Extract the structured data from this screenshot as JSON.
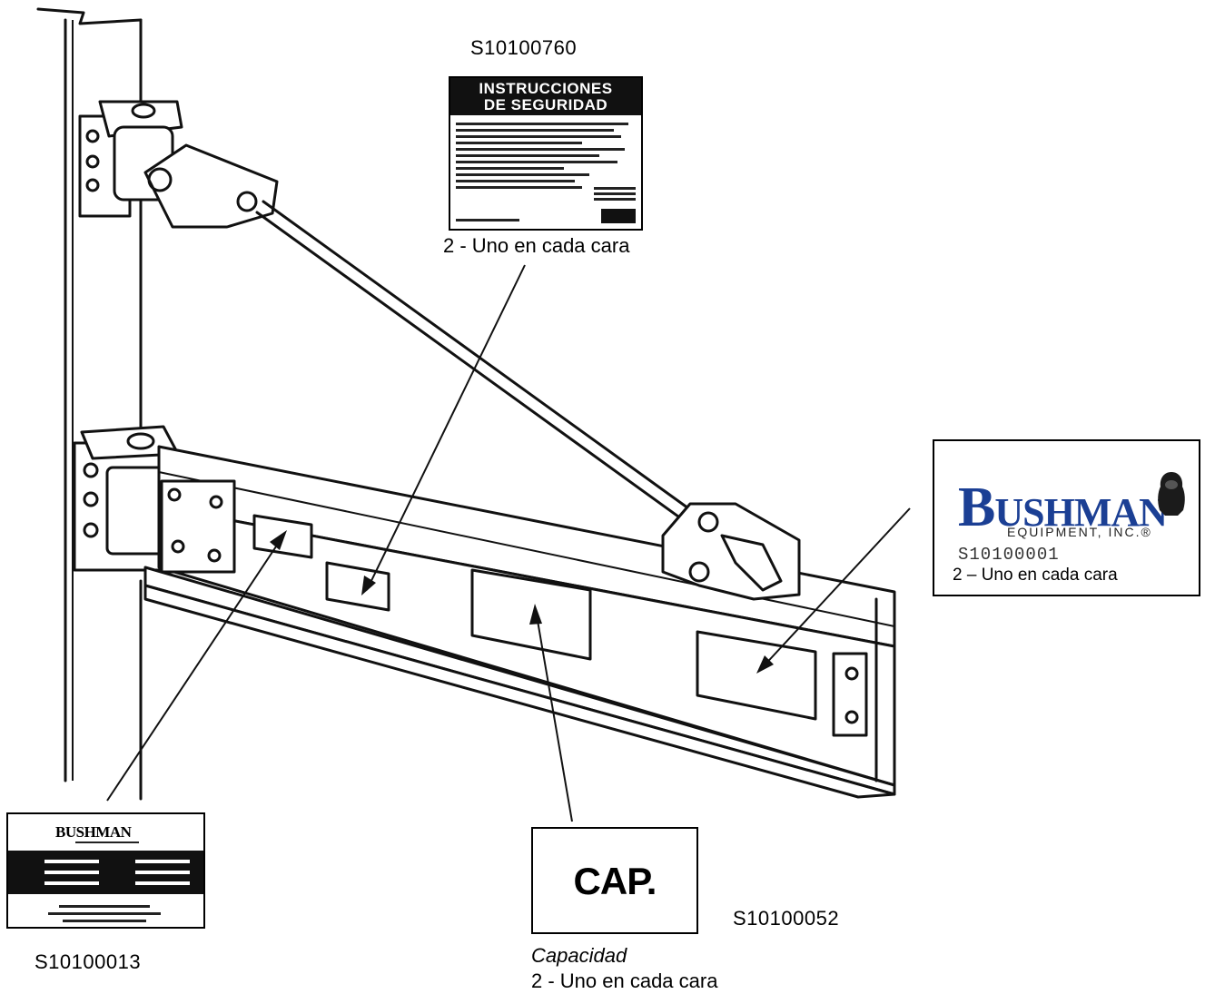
{
  "labels": {
    "safety_part": "S10100760",
    "safety_qty": "2 - Uno en cada cara",
    "nameplate_part": "S10100013",
    "cap_part": "S10100052",
    "cap_title": "Capacidad",
    "cap_qty": "2 - Uno en cada cara"
  },
  "safety_decal": {
    "heading_line1": "INSTRUCCIONES",
    "heading_line2": "DE SEGURIDAD"
  },
  "bushman_decal": {
    "brand_initial": "B",
    "brand_rest": "USHMAN",
    "subtitle": "EQUIPMENT, INC.®",
    "part": "S10100001",
    "qty": "2 – Uno en cada cara"
  },
  "nameplate_decal": {
    "brand": "BUSHMAN"
  },
  "cap_decal": {
    "text": "CAP."
  }
}
